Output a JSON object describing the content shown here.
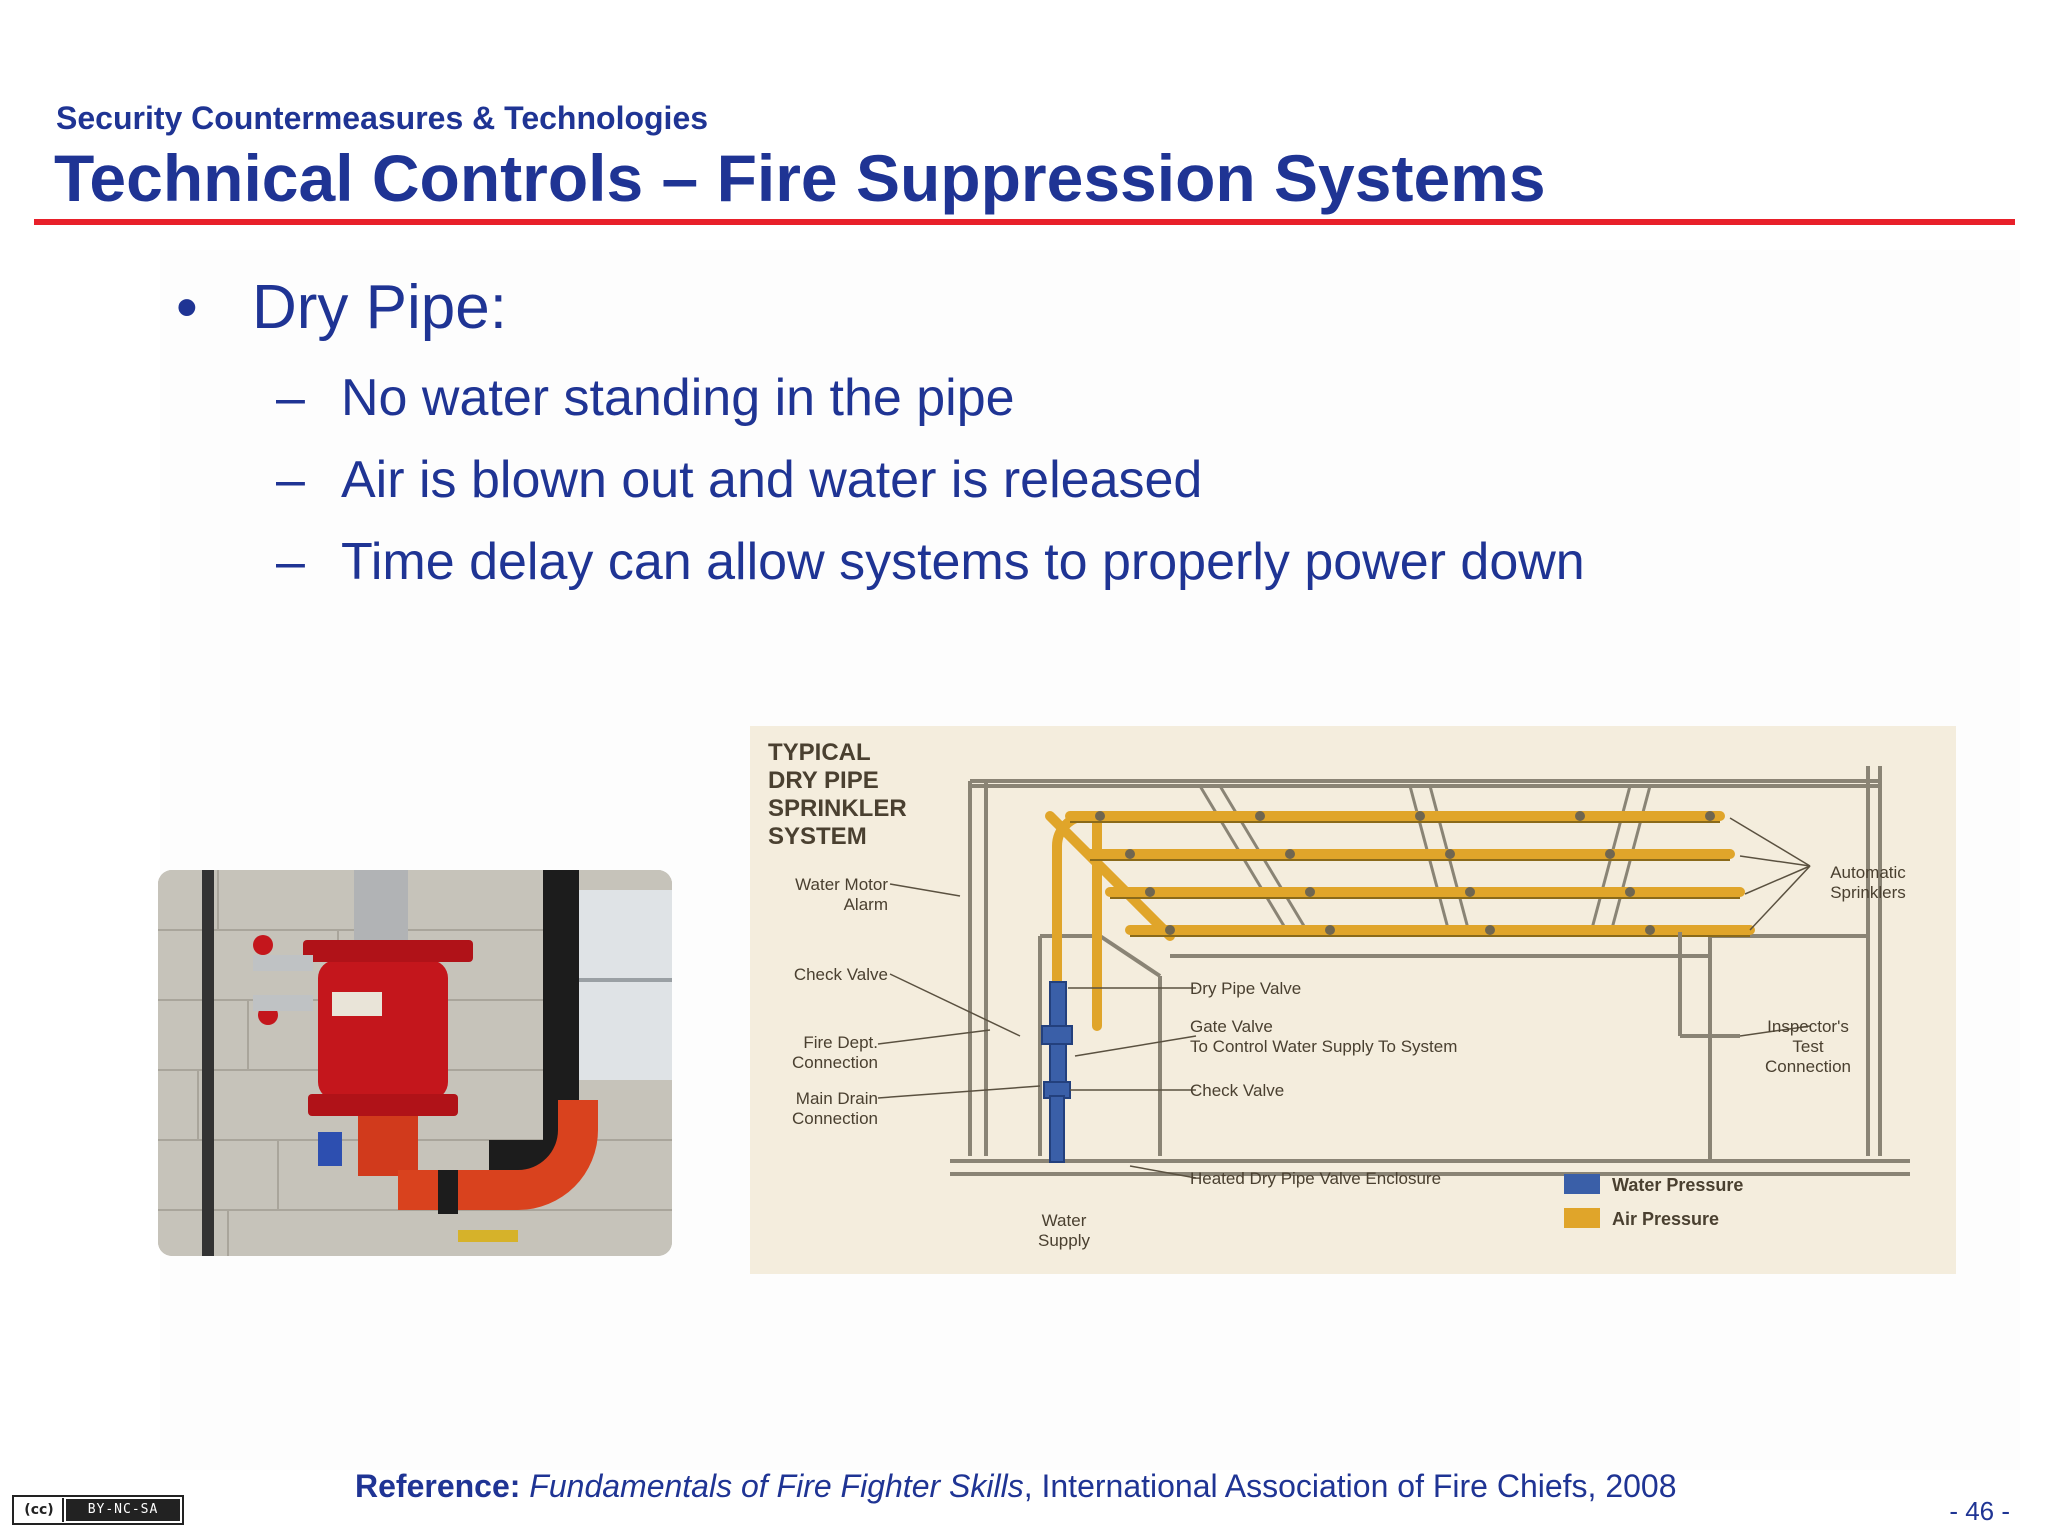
{
  "header": {
    "subtitle": "Security Countermeasures & Technologies",
    "title": "Technical Controls – Fire Suppression Systems",
    "rule_color": "#e8202a",
    "text_color": "#1f3494"
  },
  "bullets": {
    "main": {
      "mark": "•",
      "text": "Dry Pipe:"
    },
    "sub": [
      {
        "mark": "–",
        "text": "No water standing in the pipe"
      },
      {
        "mark": "–",
        "text": "Air is blown out and water is released"
      },
      {
        "mark": "–",
        "text": "Time delay can allow systems to properly power down"
      }
    ]
  },
  "diagram": {
    "title_lines": [
      "TYPICAL",
      "DRY PIPE",
      "SPRINKLER",
      "SYSTEM"
    ],
    "labels": {
      "water_motor_alarm": [
        "Water Motor",
        "Alarm"
      ],
      "check_valve_left": "Check Valve",
      "fire_dept_connection": [
        "Fire Dept.",
        "Connection"
      ],
      "main_drain_connection": [
        "Main Drain",
        "Connection"
      ],
      "water_supply": [
        "Water",
        "Supply"
      ],
      "dry_pipe_valve": "Dry Pipe Valve",
      "gate_valve": [
        "Gate Valve",
        "To Control Water Supply To System"
      ],
      "check_valve_right": "Check Valve",
      "heated_enclosure": "Heated Dry Pipe Valve Enclosure",
      "automatic_sprinklers": [
        "Automatic",
        "Sprinklers"
      ],
      "inspectors_test": [
        "Inspector's",
        "Test",
        "Connection"
      ]
    },
    "legend": [
      {
        "label": "Water Pressure",
        "color": "#3a5fa8"
      },
      {
        "label": "Air Pressure",
        "color": "#e0a52a"
      }
    ]
  },
  "reference": {
    "label": "Reference:",
    "italic": "Fundamentals of Fire Fighter Skills",
    "rest": ", International Association of Fire Chiefs, 2008"
  },
  "footer": {
    "page_number": "- 46 -",
    "license": {
      "cc": "(cc)",
      "text": "BY-NC-SA"
    }
  }
}
